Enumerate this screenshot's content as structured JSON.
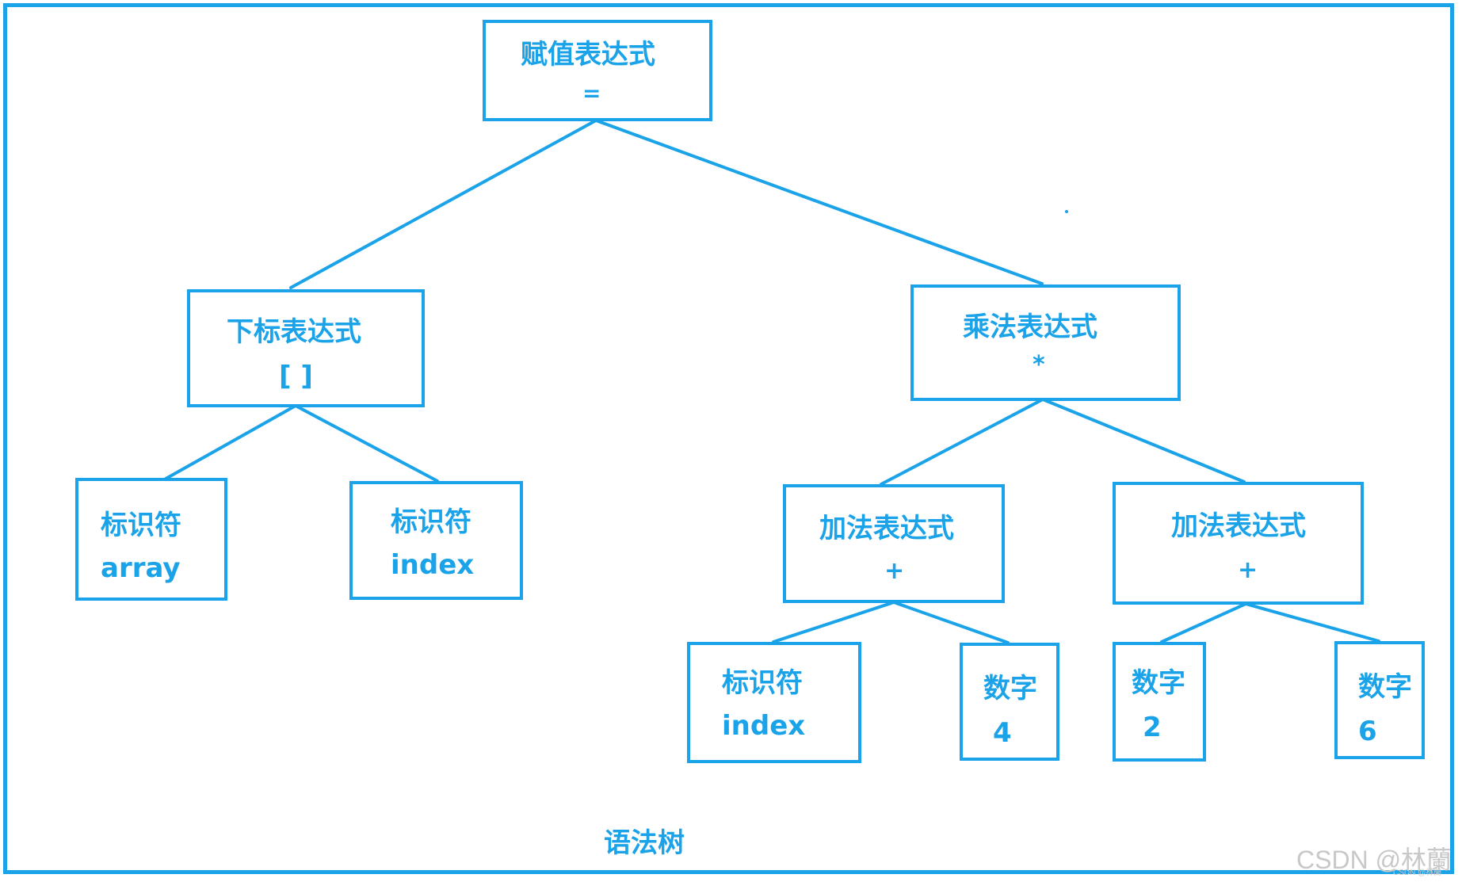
{
  "nodes": {
    "assign": {
      "type": "赋值表达式",
      "value": "="
    },
    "subscript": {
      "type": "下标表达式",
      "value": "[ ]"
    },
    "multiply": {
      "type": "乘法表达式",
      "value": "*"
    },
    "ident_array": {
      "type": "标识符",
      "value": "array"
    },
    "ident_index": {
      "type": "标识符",
      "value": "index"
    },
    "add_left": {
      "type": "加法表达式",
      "value": "+"
    },
    "add_right": {
      "type": "加法表达式",
      "value": "+"
    },
    "ident_index2": {
      "type": "标识符",
      "value": "index"
    },
    "num_4": {
      "type": "数字",
      "value": "4"
    },
    "num_2": {
      "type": "数字",
      "value": "2"
    },
    "num_6": {
      "type": "数字",
      "value": "6"
    }
  },
  "caption": "语法树",
  "watermark": {
    "main": "CSDN @林蘭",
    "small": "CSDN @林蘭"
  },
  "colors": {
    "stroke": "#1aa3e8",
    "text": "#1aa3e8",
    "watermark": "#c8c8c8"
  }
}
